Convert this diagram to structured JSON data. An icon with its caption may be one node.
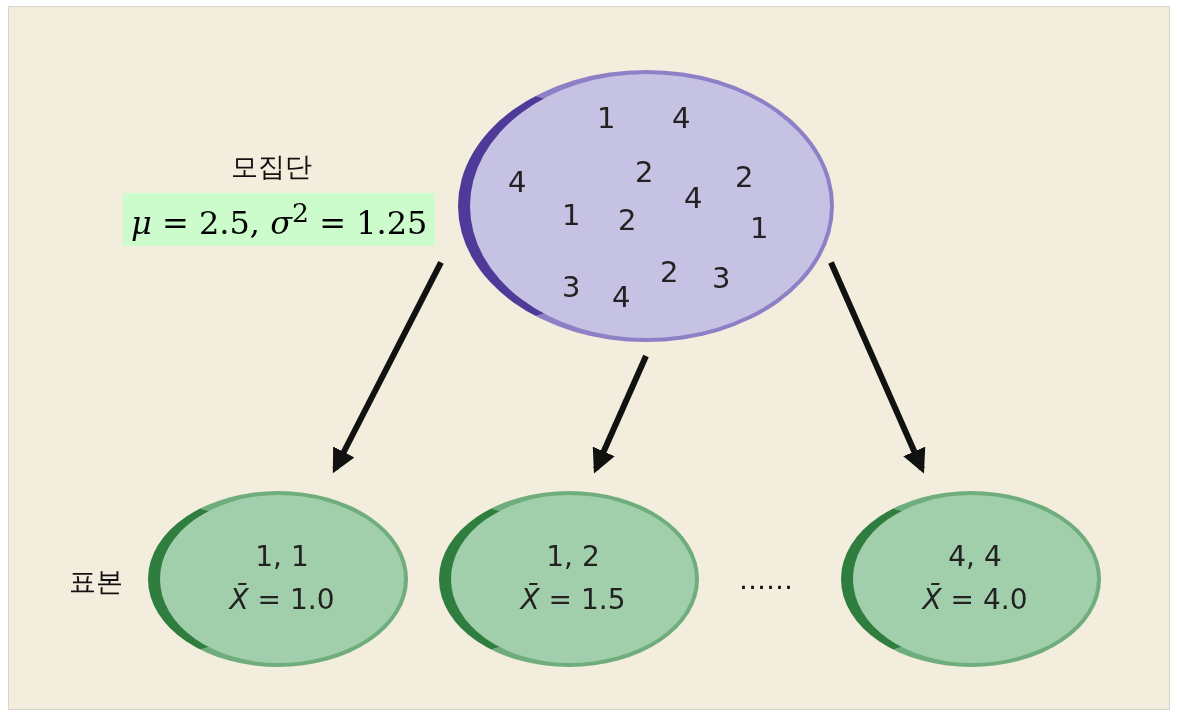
{
  "diagram": {
    "nodes": [
      {
        "text": [
          "1",
          "4",
          "4",
          "2",
          "2",
          "4",
          "1",
          "2",
          "1",
          "3",
          "4",
          "2",
          "3"
        ],
        "beside": [
          "모집단",
          "*μ* = 2.5, *σ*$^{2}$ = 1.25"
        ]
      },
      {
        "text": [
          "1, 1",
          "*X̄* = 1.0"
        ]
      },
      {
        "text": [
          "1, 2",
          "*X̄* = 1.5"
        ]
      },
      {
        "text": [
          "4, 4",
          "*X̄* = 4.0"
        ]
      }
    ],
    "edges": [
      {
        "from": 0,
        "to": 1,
        "arrow": "to"
      },
      {
        "from": 0,
        "to": 2,
        "arrow": "to"
      },
      {
        "from": 0,
        "to": 3,
        "arrow": "to"
      }
    ],
    "labels": [
      "표본",
      "……"
    ]
  }
}
